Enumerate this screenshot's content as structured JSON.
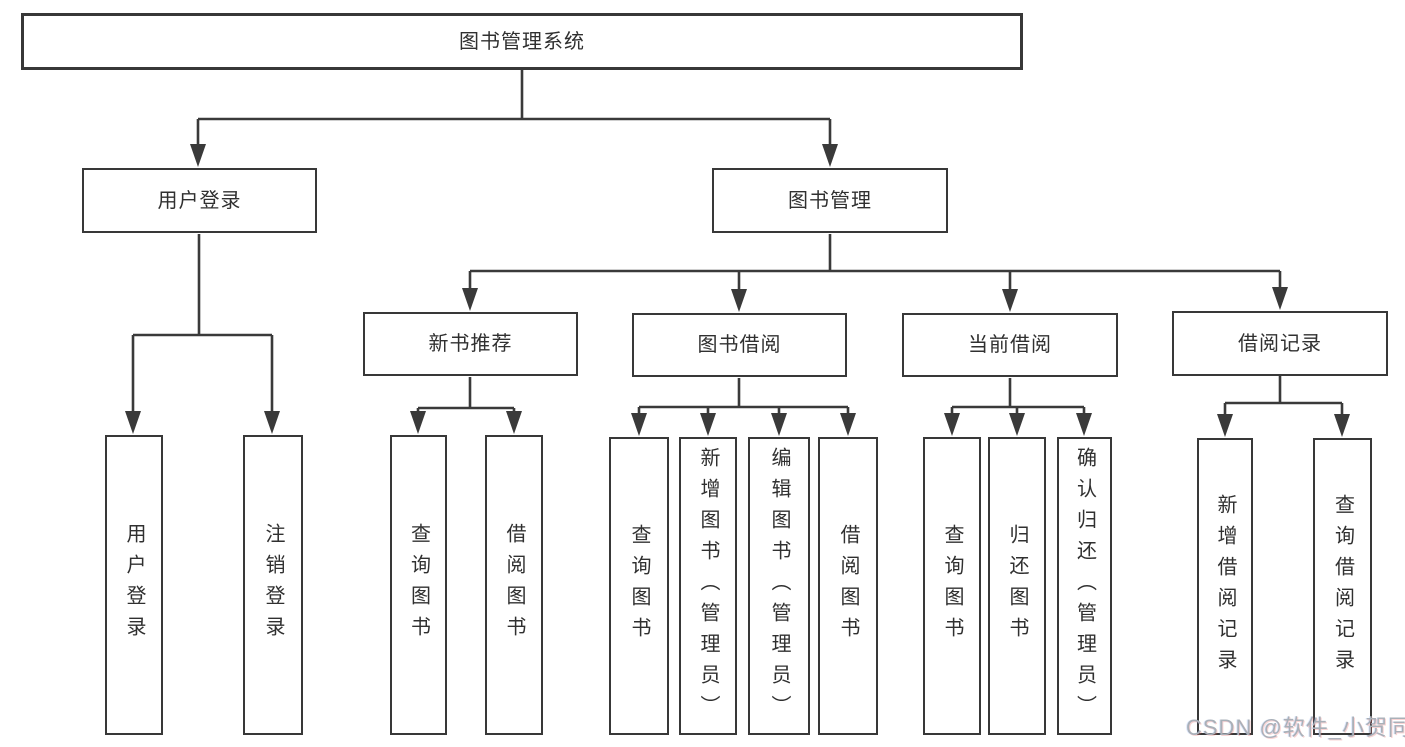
{
  "colors": {
    "background": "#ffffff",
    "line": "#3a3a3a",
    "box_border": "#383838",
    "text": "#303030",
    "watermark": "#a9b0b8"
  },
  "tree": {
    "root": "图书管理系统",
    "user_login": {
      "label": "用户登录",
      "children": {
        "login": "用户登录",
        "logout": "注销登录"
      }
    },
    "book_mgmt": {
      "label": "图书管理",
      "children": {
        "new_books": {
          "label": "新书推荐",
          "children": {
            "query": "查询图书",
            "borrow": "借阅图书"
          }
        },
        "borrowing": {
          "label": "图书借阅",
          "children": {
            "query": "查询图书",
            "add": "新增图书（管理员）",
            "edit": "编辑图书（管理员）",
            "borrow": "借阅图书"
          }
        },
        "current": {
          "label": "当前借阅",
          "children": {
            "query": "查询图书",
            "return": "归还图书",
            "confirm": "确认归还（管理员）"
          }
        },
        "records": {
          "label": "借阅记录",
          "children": {
            "add": "新增借阅记录",
            "query": "查询借阅记录"
          }
        }
      }
    }
  },
  "watermark": "CSDN @软件_小贺同学"
}
